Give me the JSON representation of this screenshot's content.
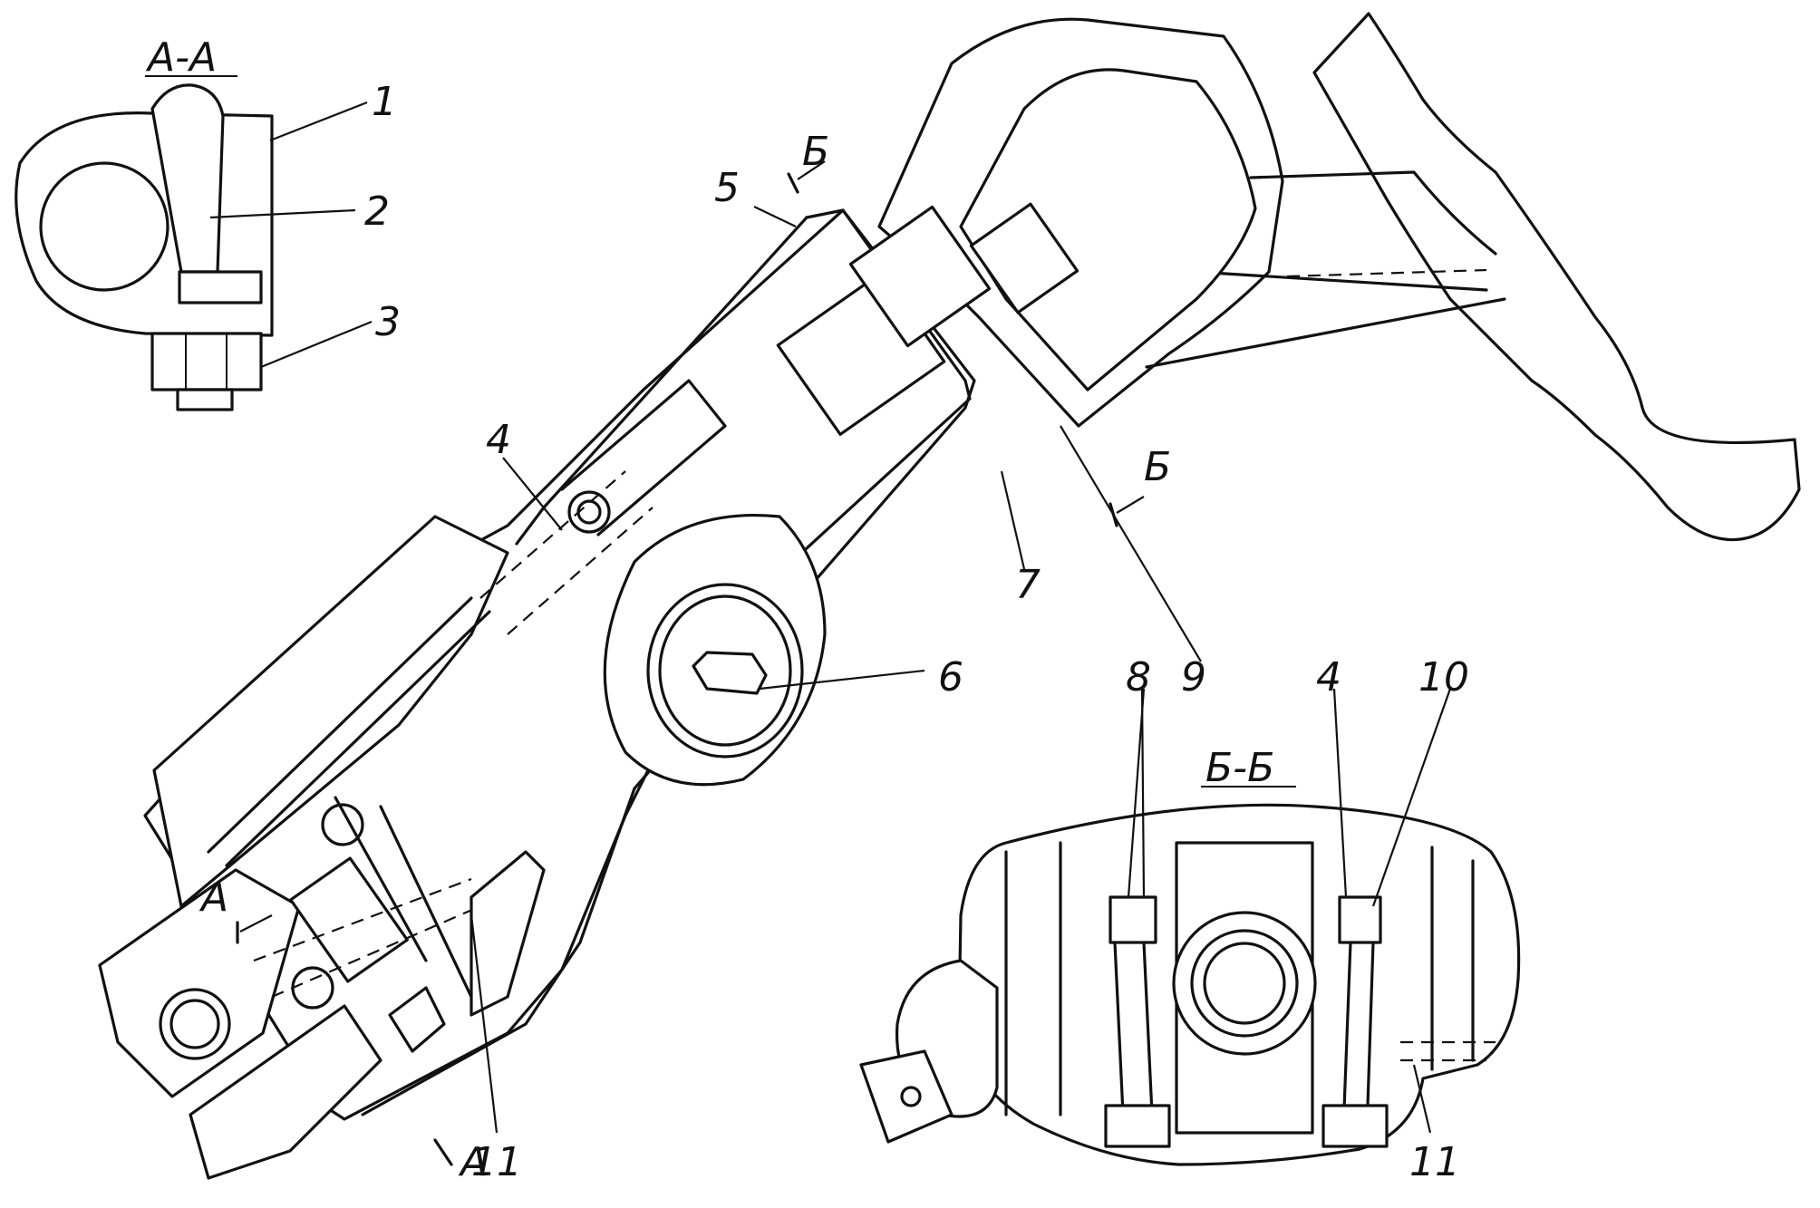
{
  "labels": {
    "section_aa": "А-А",
    "section_bb": "Б-Б",
    "cut_a_top": "А",
    "cut_a_bottom": "А",
    "cut_b_top": "Б",
    "cut_b_bottom": "Б"
  },
  "callouts": {
    "n1": "1",
    "n2": "2",
    "n3": "3",
    "n4": "4",
    "n5": "5",
    "n6": "6",
    "n7": "7",
    "n8": "8",
    "n9": "9",
    "n10": "10",
    "n4b": "4",
    "n11": "11",
    "n11b": "11"
  },
  "colors": {
    "ink": "#111111",
    "paper": "#ffffff"
  }
}
